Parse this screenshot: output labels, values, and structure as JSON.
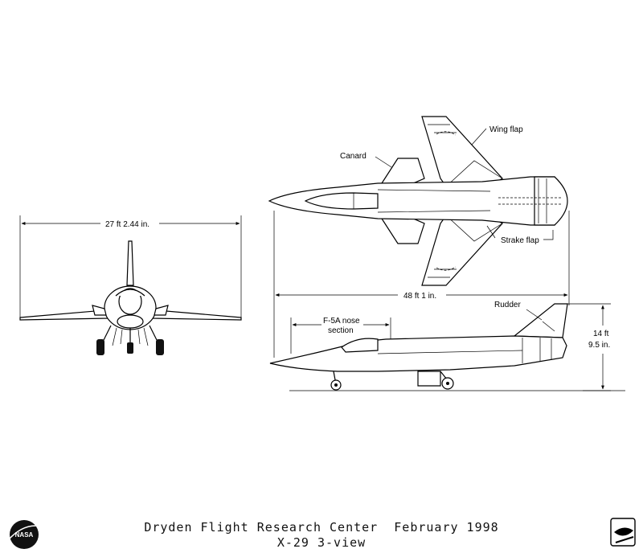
{
  "labels": {
    "wing_flap": "Wing flap",
    "canard": "Canard",
    "strake_flap": "Strake flap",
    "length": "48 ft 1 in.",
    "span": "27 ft 2.44 in.",
    "rudder": "Rudder",
    "nose_section_line1": "F-5A nose",
    "nose_section_line2": "section",
    "height_line1": "14 ft",
    "height_line2": "9.5 in."
  },
  "caption": {
    "line1": "Dryden Flight Research Center  February 1998",
    "line2": "X-29 3-view"
  },
  "logos": {
    "nasa": "NASA",
    "dryden": "dryden-logo-icon"
  }
}
